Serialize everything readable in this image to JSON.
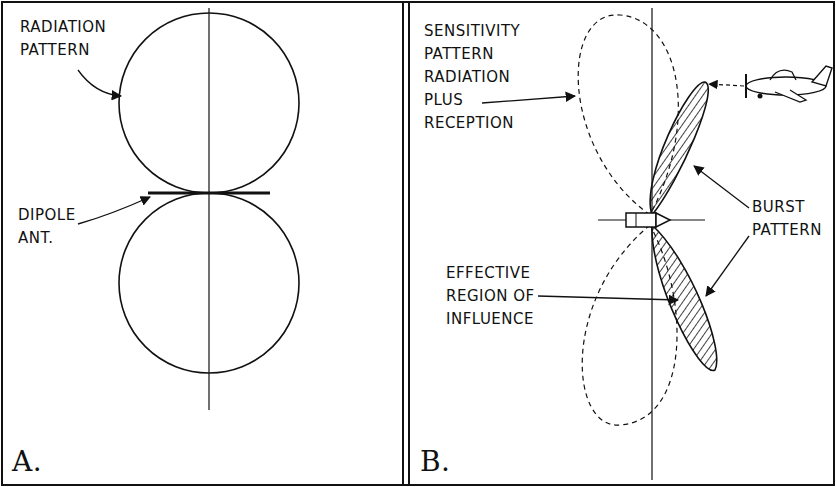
{
  "diagram": {
    "labels": [
      "RADIATION PATTERN",
      "DIPOLE ANT.",
      "A.",
      "SENSITIVITY PATTERN RADIATION PLUS RECEPTION",
      "BURST PATTERN",
      "EFFECTIVE REGION OF INFLUENCE",
      "B."
    ]
  }
}
